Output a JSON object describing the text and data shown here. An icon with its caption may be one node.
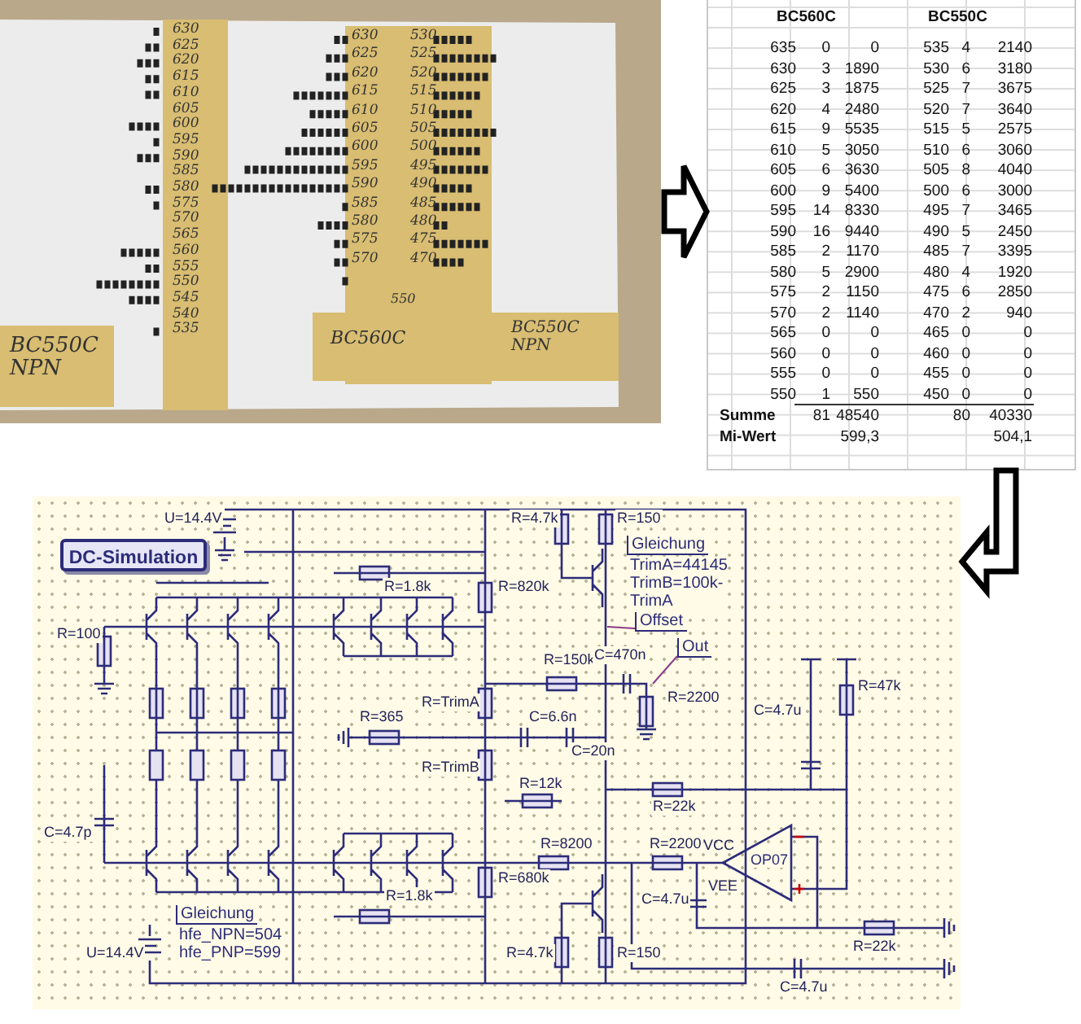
{
  "diagram": {
    "nodes": [
      {
        "text": [],
        "shape": "picture"
      },
      {
        "text": [],
        "shape": "box"
      },
      {
        "text": [],
        "shape": "picture"
      },
      {
        "text": [
          "DC-Simulation"
        ],
        "in": 2
      },
      {
        "text": [
          "Gleichung",
          "TrimA=44145 TrimB=100k-TrimA"
        ],
        "in": 2
      },
      {
        "text": [
          "Offset"
        ],
        "in": 2
      },
      {
        "text": [
          "Out"
        ],
        "in": 2
      },
      {
        "text": [
          "OP07"
        ],
        "in": 2,
        "beside": [
          "VCC",
          "VEE"
        ]
      },
      {
        "text": [
          "Gleichung",
          "hfe_NPN=504 hfe_PNP=599"
        ],
        "in": 2
      }
    ],
    "edges": [
      {
        "from": 0,
        "to": 1,
        "arrow": "to"
      },
      {
        "from": 1,
        "to": 2,
        "arrow": "to"
      },
      {
        "from": 5,
        "to": null,
        "arrow": "none"
      },
      {
        "from": 6,
        "to": null,
        "arrow": "none"
      }
    ],
    "labels": [
      "630",
      "625",
      "620",
      "615",
      "610",
      "605",
      "600",
      "595",
      "590",
      "585",
      "580",
      "575",
      "570",
      "565",
      "560",
      "555",
      "550",
      "545",
      "540",
      "535",
      "630",
      "625",
      "620",
      "615",
      "610",
      "605",
      "600",
      "595",
      "590",
      "585",
      "580",
      "575",
      "570",
      "550",
      "530",
      "525",
      "520",
      "515",
      "510",
      "505",
      "500",
      "495",
      "490",
      "485",
      "480",
      "475",
      "470",
      "BC550C NPN",
      "BC560C",
      "BC550C NPN",
      "BC560C",
      "BC550C",
      "635",
      "0",
      "0",
      "535",
      "4",
      "2140",
      "630",
      "3",
      "1890",
      "530",
      "6",
      "3180",
      "625",
      "3",
      "1875",
      "525",
      "7",
      "3675",
      "620",
      "4",
      "2480",
      "520",
      "7",
      "3640",
      "615",
      "9",
      "5535",
      "515",
      "5",
      "2575",
      "610",
      "5",
      "3050",
      "510",
      "6",
      "3060",
      "605",
      "6",
      "3630",
      "505",
      "8",
      "4040",
      "600",
      "9",
      "5400",
      "500",
      "6",
      "3000",
      "595",
      "14",
      "8330",
      "495",
      "7",
      "3465",
      "590",
      "16",
      "9440",
      "490",
      "5",
      "2450",
      "585",
      "2",
      "1170",
      "485",
      "7",
      "3395",
      "580",
      "5",
      "2900",
      "480",
      "4",
      "1920",
      "575",
      "2",
      "1150",
      "475",
      "6",
      "2850",
      "570",
      "2",
      "1140",
      "470",
      "2",
      "940",
      "565",
      "0",
      "0",
      "465",
      "0",
      "0",
      "560",
      "0",
      "0",
      "460",
      "0",
      "0",
      "555",
      "0",
      "0",
      "455",
      "0",
      "0",
      "550",
      "1",
      "550",
      "450",
      "0",
      "0",
      "Summe",
      "81",
      "48540",
      "80",
      "40330",
      "Mi-Wert",
      "599,3",
      "504,1",
      "U=14.4V",
      "R=4.7k",
      "R=150",
      "R=1.8k",
      "R=820k",
      "R=100",
      "R=150k",
      "C=470n",
      "R=47k",
      "R=TrimA",
      "R=2200",
      "R=365",
      "C=6.6n",
      "C=4.7u",
      "C=20n",
      "R=TrimB",
      "R=12k",
      "R=22k",
      "C=4.7p",
      "R=8200",
      "R=2200",
      "R=680k",
      "R=1.8k",
      "C=4.7u",
      "R=22k",
      "U=14.4V",
      "R=4.7k",
      "R=150",
      "C=4.7u"
    ]
  }
}
